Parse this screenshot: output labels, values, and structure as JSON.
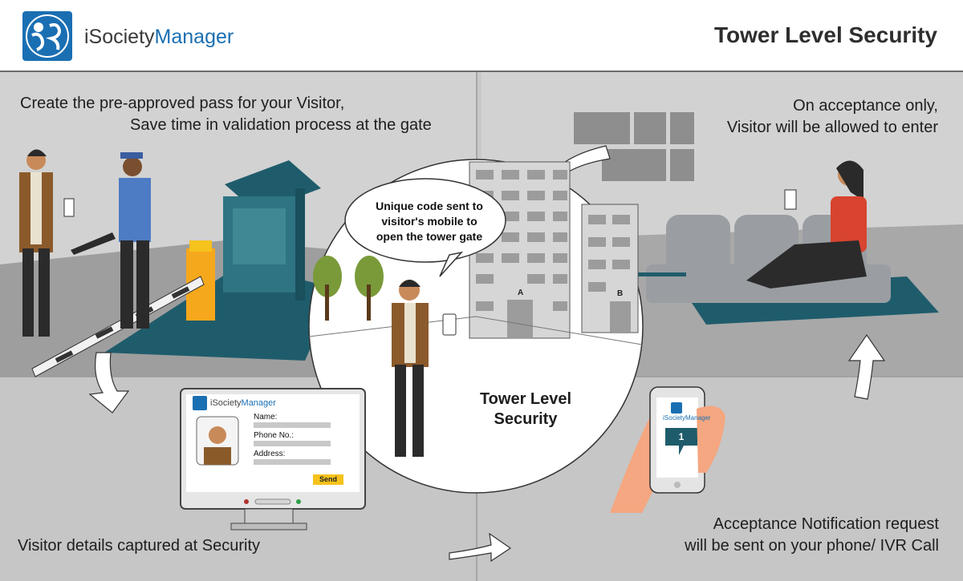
{
  "header": {
    "brand_prefix": "iSociety",
    "brand_suffix": "Manager",
    "title": "Tower Level Security"
  },
  "panels": {
    "top_left": [
      "Create the pre-approved pass for your Visitor,",
      "Save time in validation process at the gate"
    ],
    "top_right": [
      "On acceptance only,",
      "Visitor will be allowed to enter"
    ],
    "bottom_left": [
      "Visitor details captured at Security"
    ],
    "bottom_right": [
      "Acceptance Notification request",
      "will be sent on your phone/ IVR Call"
    ]
  },
  "center": {
    "bubble": [
      "Unique code sent to",
      "visitor's mobile to",
      "open the tower gate"
    ],
    "title": [
      "Tower Level",
      "Security"
    ],
    "building_labels": [
      "A",
      "B"
    ]
  },
  "form": {
    "brand_prefix": "iSociety",
    "brand_suffix": "Manager",
    "name_label": "Name:",
    "phone_label": "Phone No.:",
    "address_label": "Address:",
    "send_label": "Send"
  },
  "phone": {
    "brand_prefix": "iSociety",
    "brand_suffix": "Manager",
    "badge": "1"
  },
  "colors": {
    "brand_blue": "#1a6fb3",
    "teal": "#1f5c6b",
    "accent_yellow": "#f6c21c"
  }
}
